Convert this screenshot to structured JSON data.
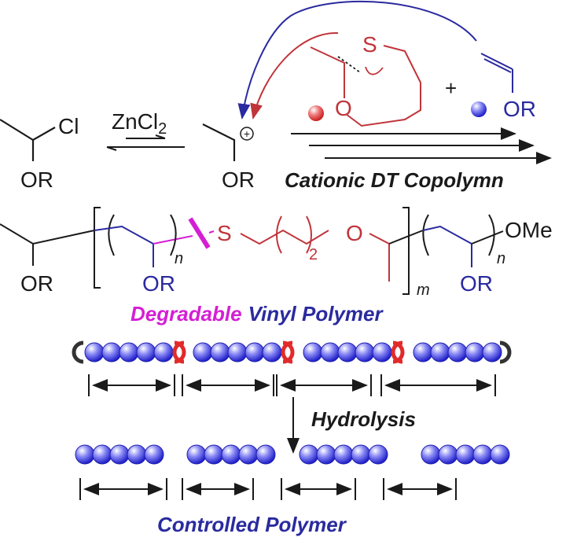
{
  "colors": {
    "black": "#1a1a1a",
    "red": "#c0343a",
    "blue": "#2a2aa0",
    "magenta": "#d41fd4",
    "bead_blue": "#3a3adf",
    "bead_red": "#e22a2a"
  },
  "reaction": {
    "initiator": {
      "leaving_group": "Cl",
      "substituent": "OR"
    },
    "catalyst": {
      "formula": "ZnCl",
      "subscript": "2"
    },
    "cation": {
      "charge": "+",
      "substituent": "OR"
    },
    "cyclic_monomer": {
      "heteroatom_s": "S",
      "heteroatom_o": "O"
    },
    "plus_sign": "+",
    "vinyl_monomer": {
      "substituent": "OR"
    },
    "process_label": "Cationic DT Copolymn"
  },
  "polymer": {
    "start_substituent": "OR",
    "vinyl_unit_substituent": "OR",
    "vinyl_repeat": "n",
    "sulfur": "S",
    "methylene_repeat": "2",
    "oxygen": "O",
    "outer_repeat": "m",
    "end_vinyl_substituent": "OR",
    "end_vinyl_repeat": "n",
    "end_group": "OMe"
  },
  "titles": {
    "degradable": "Degradable",
    "vinyl_polymer": "Vinyl Polymer",
    "hydrolysis": "Hydrolysis",
    "controlled_polymer": "Controlled Polymer"
  },
  "schematic": {
    "segments_before": 4,
    "beads_per_segment": 5,
    "segments_after": 4
  }
}
